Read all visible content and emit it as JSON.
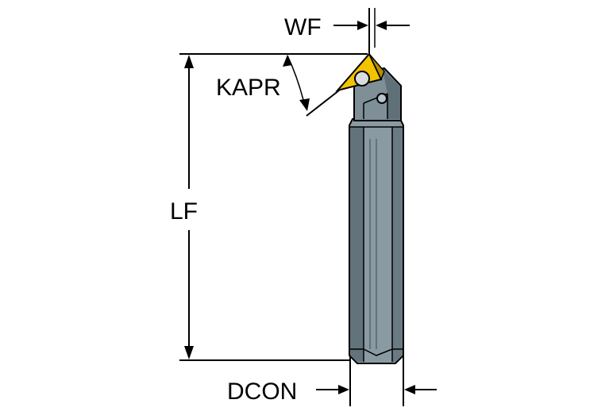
{
  "labels": {
    "wf": "WF",
    "kapr": "KAPR",
    "lf": "LF",
    "dcon": "DCON"
  },
  "colors": {
    "insert": "#f2c300",
    "shank_light": "#8a9aa3",
    "shank_dark": "#5f7078",
    "shank_mid": "#768790",
    "outline": "#000000"
  }
}
